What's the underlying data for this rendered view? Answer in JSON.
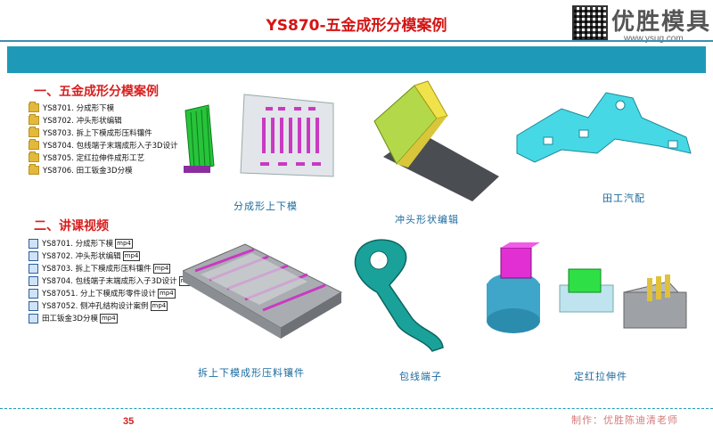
{
  "header": {
    "title": "YS870-五金成形分模案例",
    "brand_name": "优胜模具",
    "brand_url": "www.ysug.com"
  },
  "section1": {
    "heading": "一、五金成形分模案例",
    "items": [
      "YS8701. 分成形下模",
      "YS8702. 冲头形状编辑",
      "YS8703. 拆上下模成形压料镶件",
      "YS8704. 包线端子末端成形入子3D设计",
      "YS8705. 定红拉伸件成形工艺",
      "YS8706. 田工钣金3D分模"
    ]
  },
  "section2": {
    "heading": "二、讲课视频",
    "items": [
      {
        "label": "YS8701. 分成形下模",
        "tag": "mp4"
      },
      {
        "label": "YS8702. 冲头形状编辑",
        "tag": "mp4"
      },
      {
        "label": "YS8703. 拆上下模成形压料镶件",
        "tag": "mp4"
      },
      {
        "label": "YS8704. 包线端子末端成形入子3D设计",
        "tag": "mp4"
      },
      {
        "label": "YS87051. 分上下模成形零件设计",
        "tag": "mp4"
      },
      {
        "label": "YS87052. 侧冲孔结构设计案例",
        "tag": "mp4"
      },
      {
        "label": "田工钣金3D分模",
        "tag": "mp4"
      }
    ]
  },
  "captions": {
    "c1": "分成形上下模",
    "c2": "冲头形状编辑",
    "c3": "田工汽配",
    "c4": "拆上下模成形压料镶件",
    "c5": "包线端子",
    "c6": "定红拉伸件"
  },
  "footer": {
    "page_number": "35",
    "author": "制作：优胜陈迪清老师"
  }
}
